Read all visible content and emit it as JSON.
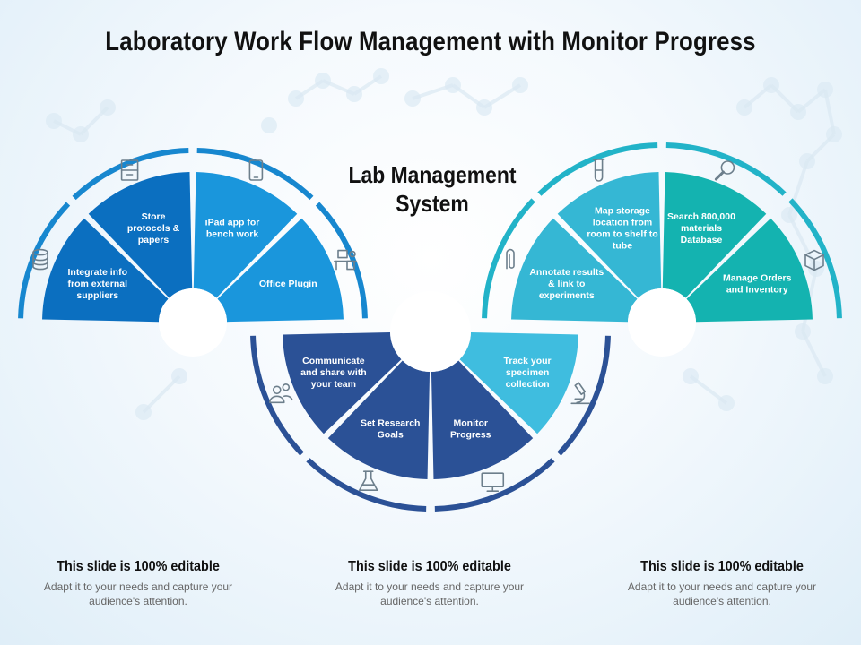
{
  "title": "Laboratory Work Flow Management with Monitor Progress",
  "center_title": "Lab Management System",
  "colors": {
    "left_dark": "#0b6fc0",
    "left_light": "#1a96dc",
    "middle_dark": "#2b5196",
    "middle_light": "#3fbddf",
    "right_light": "#35b7d4",
    "right_dark": "#14b3b0",
    "ring_left": "#1787cf",
    "ring_middle": "#2b5196",
    "ring_right": "#22b3c8",
    "icon_stroke": "#6d7f8c"
  },
  "segments": [
    {
      "group": "left",
      "label": [
        "Integrate info",
        "from external",
        "suppliers"
      ]
    },
    {
      "group": "left",
      "label": [
        "Store",
        "protocols &",
        "papers"
      ]
    },
    {
      "group": "left",
      "label": [
        "iPad app for",
        "bench work"
      ]
    },
    {
      "group": "left",
      "label": [
        "Office Plugin"
      ]
    },
    {
      "group": "middle",
      "label": [
        "Communicate",
        "and share with",
        "your team"
      ]
    },
    {
      "group": "middle",
      "label": [
        "Set Research",
        "Goals"
      ]
    },
    {
      "group": "middle",
      "label": [
        "Monitor",
        "Progress"
      ]
    },
    {
      "group": "middle",
      "label": [
        "Track your",
        "specimen",
        "collection"
      ]
    },
    {
      "group": "right",
      "label": [
        "Annotate results",
        "& link to",
        "experiments"
      ]
    },
    {
      "group": "right",
      "label": [
        "Map storage",
        "location from",
        "room to shelf to",
        "tube"
      ]
    },
    {
      "group": "right",
      "label": [
        "Search 800,000",
        "materials",
        "Database"
      ]
    },
    {
      "group": "right",
      "label": [
        "Manage Orders",
        "and Inventory"
      ]
    }
  ],
  "icons": [
    "database-icon",
    "filing-cabinet-icon",
    "tablet-icon",
    "desk-icon",
    "team-icon",
    "flask-icon",
    "monitor-icon",
    "microscope-icon",
    "paperclip-icon",
    "test-tube-icon",
    "magnifier-icon",
    "box-icon"
  ],
  "footer": [
    {
      "heading": "This slide is 100% editable",
      "text": "Adapt it to your needs and capture your audience's attention."
    },
    {
      "heading": "This slide is 100% editable",
      "text": "Adapt it to your needs and capture your audience's attention."
    },
    {
      "heading": "This slide is 100% editable",
      "text": "Adapt it to your needs and capture your audience's attention."
    }
  ]
}
